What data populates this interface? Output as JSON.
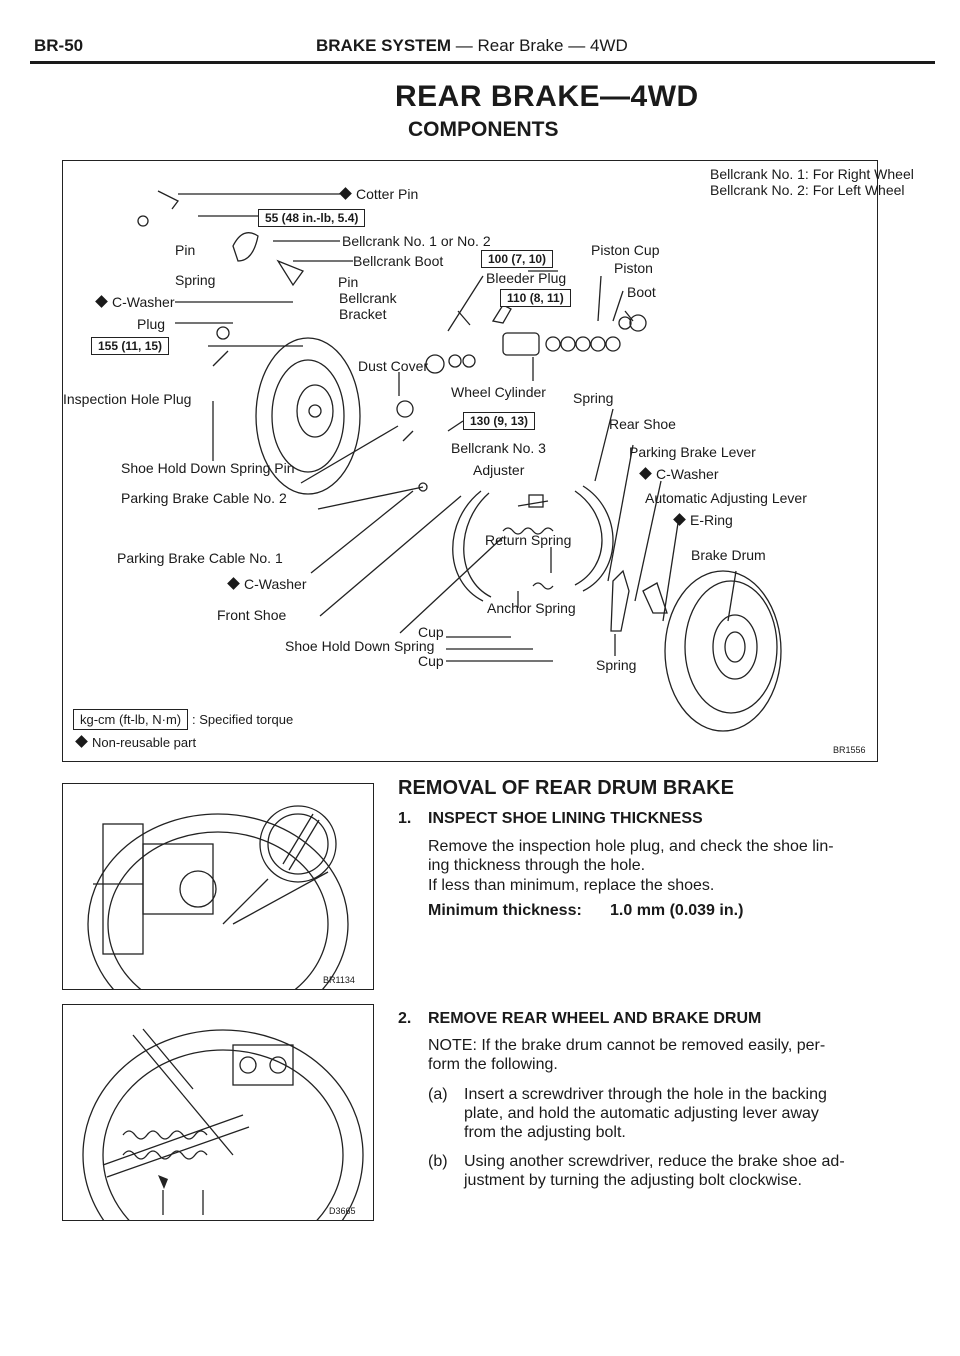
{
  "header": {
    "page_code": "BR-50",
    "section_bold": "BRAKE SYSTEM",
    "section_rest": " — Rear Brake — 4WD"
  },
  "title": "REAR BRAKE—4WD",
  "subtitle": "COMPONENTS",
  "diagram": {
    "bellcrank_note_1": "Bellcrank No. 1:  For Right Wheel",
    "bellcrank_note_2": "Bellcrank No. 2:  For Left Wheel",
    "labels": {
      "cotter_pin": "Cotter Pin",
      "torque_55": "55 (48 in.-lb, 5.4)",
      "bellcrank_1_or_2": "Bellcrank No. 1 or No. 2",
      "pin_left": "Pin",
      "bellcrank_boot": "Bellcrank Boot",
      "torque_100": "100 (7, 10)",
      "piston_cup": "Piston Cup",
      "spring_left": "Spring",
      "pin_mid": "Pin",
      "bleeder_plug": "Bleeder Plug",
      "piston": "Piston",
      "c_washer_left": "C-Washer",
      "bellcrank": "Bellcrank",
      "torque_110": "110 (8, 11)",
      "boot": "Boot",
      "plug": "Plug",
      "bracket": "Bracket",
      "torque_155": "155 (11, 15)",
      "dust_cover": "Dust Cover",
      "inspection_hole_plug": "Inspection Hole Plug",
      "wheel_cylinder": "Wheel Cylinder",
      "spring_wc": "Spring",
      "torque_130": "130 (9, 13)",
      "rear_shoe": "Rear Shoe",
      "bellcrank_3": "Bellcrank No. 3",
      "parking_brake_lever": "Parking Brake Lever",
      "shoe_hold_down_spring_pin": "Shoe Hold Down Spring Pin",
      "adjuster": "Adjuster",
      "c_washer_right": "C-Washer",
      "parking_brake_cable_2": "Parking Brake Cable No. 2",
      "automatic_adjusting_lever": "Automatic Adjusting Lever",
      "e_ring": "E-Ring",
      "return_spring": "Return Spring",
      "parking_brake_cable_1": "Parking Brake Cable No. 1",
      "brake_drum": "Brake Drum",
      "c_washer_bottom": "C-Washer",
      "anchor_spring": "Anchor Spring",
      "front_shoe": "Front Shoe",
      "cup_top": "Cup",
      "shoe_hold_down_spring": "Shoe Hold Down Spring",
      "cup_bottom": "Cup",
      "spring_bottom": "Spring"
    },
    "legend_torque_unit": "kg-cm (ft-lb, N·m)",
    "legend_torque_text": ":  Specified torque",
    "legend_nonreusable": "Non-reusable part",
    "fig_code": "BR1556"
  },
  "figures": {
    "fig1_code": "BR1134",
    "fig2_code": "D3665"
  },
  "section": {
    "title": "REMOVAL OF REAR DRUM BRAKE",
    "step1": {
      "num": "1.",
      "heading": "INSPECT SHOE LINING THICKNESS",
      "line1": "Remove the inspection hole plug, and check the shoe lin-",
      "line2": "ing thickness through the hole.",
      "line3": "If less than minimum, replace the shoes.",
      "spec_label": "Minimum thickness:",
      "spec_value": "1.0 mm (0.039 in.)"
    },
    "step2": {
      "num": "2.",
      "heading": "REMOVE REAR WHEEL AND BRAKE DRUM",
      "note1": "NOTE:   If the brake drum cannot be removed easily, per-",
      "note2": "form the following.",
      "a_label": "(a)",
      "a_line1": "Insert a screwdriver through the hole in the backing",
      "a_line2": "plate, and hold the automatic adjusting lever away",
      "a_line3": "from the adjusting bolt.",
      "b_label": "(b)",
      "b_line1": "Using another screwdriver, reduce the brake shoe ad-",
      "b_line2": "justment by turning the adjusting bolt clockwise."
    }
  }
}
